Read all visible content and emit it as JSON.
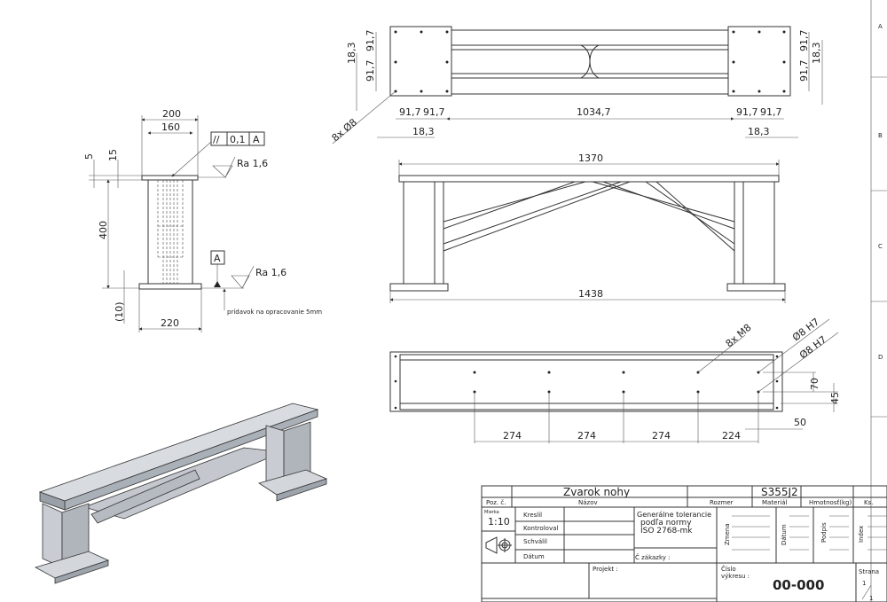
{
  "margin_labels": [
    "A",
    "B",
    "C",
    "D"
  ],
  "side_view": {
    "dims": {
      "w200": "200",
      "w160": "160",
      "h5": "5",
      "h15": "15",
      "h400": "400",
      "h10": "(10)",
      "w220": "220"
    },
    "tolerance": {
      "symbol": "//",
      "value": "0,1",
      "datum": "A"
    },
    "roughness_top": "Ra 1,6",
    "roughness_bottom": "Ra 1,6",
    "datum_label": "A",
    "note": "prídavok na opracovanie 5mm"
  },
  "top_view": {
    "dims": {
      "v18_3_left": "18,3",
      "v91_7_a": "91,7",
      "v91_7_b": "91,7",
      "h91_7_a": "91,7",
      "h91_7_b": "91,7",
      "h1034_7": "1034,7",
      "h91_7_c": "91,7",
      "h91_7_d": "91,7",
      "h18_3_left": "18,3",
      "h18_3_right": "18,3",
      "v91_7_c": "91,7",
      "v91_7_d": "91,7",
      "v18_3_right": "18,3"
    },
    "hole_callout": "8x Ø8"
  },
  "front_view": {
    "dims": {
      "top": "1370",
      "bottom": "1438"
    }
  },
  "bottom_view": {
    "callouts": {
      "thread": "8x M8",
      "pin1": "Ø8 H7",
      "pin2": "Ø8 H7"
    },
    "dims": {
      "d1": "274",
      "d2": "274",
      "d3": "274",
      "d4": "224",
      "d50": "50",
      "d70": "70",
      "d45": "45"
    }
  },
  "title_block": {
    "name": "Zvarok nohy",
    "material": "S355J2",
    "headers": {
      "pos": "Poz. č.",
      "name": "Názov",
      "size": "Rozmer",
      "material": "Materiál",
      "mass": "Hmotnosť(kg)",
      "qty": "Ks."
    },
    "scale_label": "Mierka",
    "scale": "1:10",
    "roles": [
      "Kreslil",
      "Kontroloval",
      "Schválil",
      "Dátum"
    ],
    "tolerance_note": [
      "Generálne tolerancie",
      "podľa normy",
      "ISO 2768-mk"
    ],
    "order_label": "Č zákazky :",
    "revision_headers": [
      "Zmena",
      "Dátum",
      "Podpis",
      "Index"
    ],
    "project_label": "Projekt :",
    "drawing_no_label": [
      "Číslo",
      "výkresu :"
    ],
    "drawing_no": "00-000",
    "sheet_label": "Strana",
    "sheet": "1",
    "sheets": "1"
  }
}
